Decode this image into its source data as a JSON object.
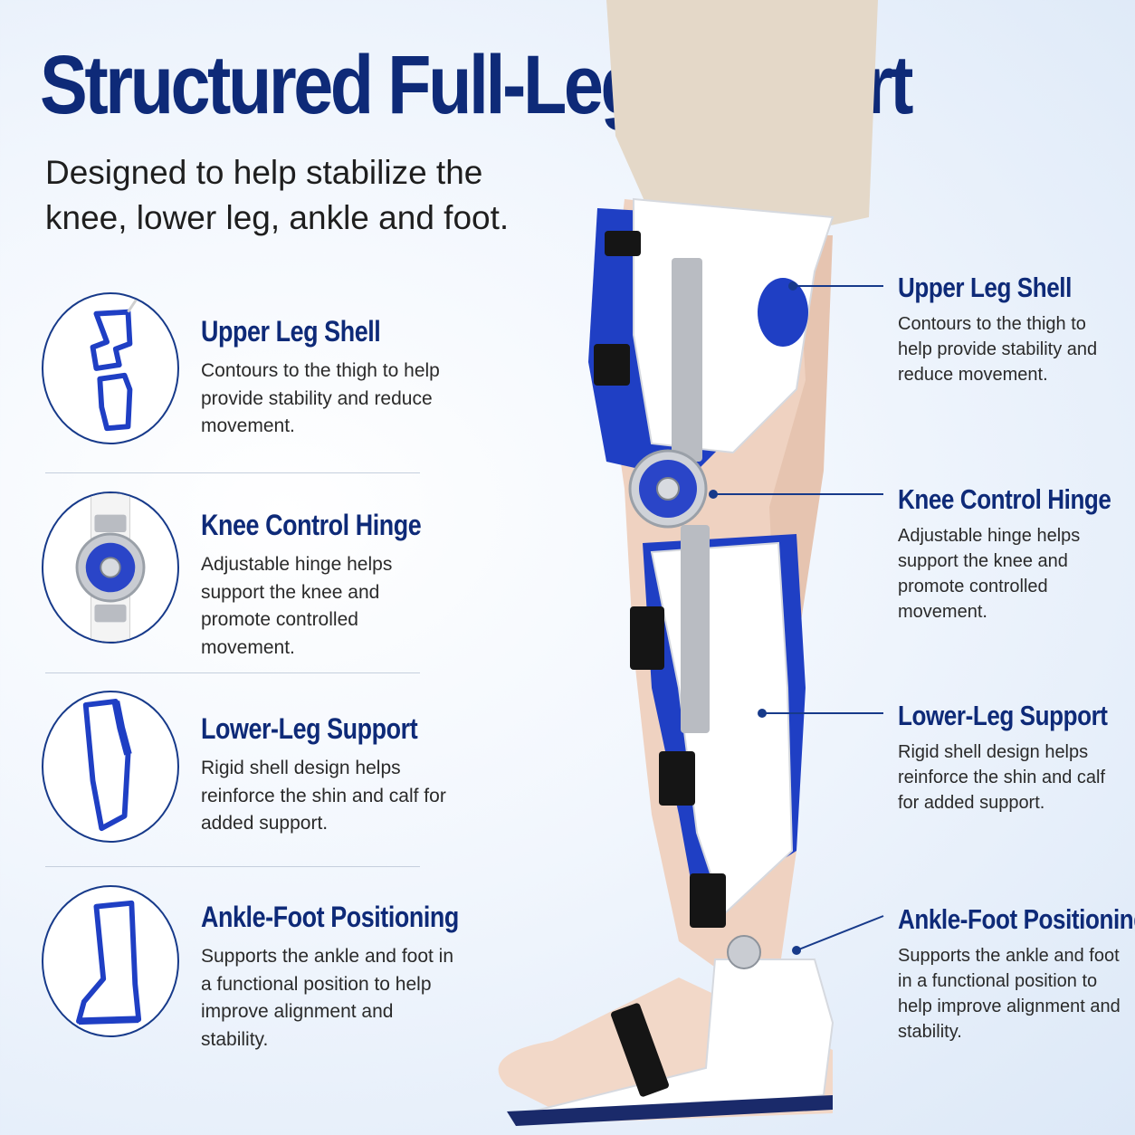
{
  "title": "Structured Full-Leg Support",
  "subtitle": "Designed to help stabilize the knee, lower leg, ankle and foot.",
  "features": [
    {
      "heading": "Upper Leg Shell",
      "body": "Contours to the thigh to help provide stability and reduce movement."
    },
    {
      "heading": "Knee Control Hinge",
      "body": "Adjustable hinge helps support the knee and promote controlled movement."
    },
    {
      "heading": "Lower-Leg Support",
      "body": "Rigid shell design helps reinforce the shin and calf for added support."
    },
    {
      "heading": "Ankle-Foot Positioning",
      "body": "Supports the ankle and foot in a functional position to help improve alignment and stability."
    }
  ],
  "colors": {
    "brand_navy": "#0e2a78",
    "brace_blue": "#1f3fc4",
    "shell_white": "#ffffff",
    "skin": "#efd2c1"
  }
}
